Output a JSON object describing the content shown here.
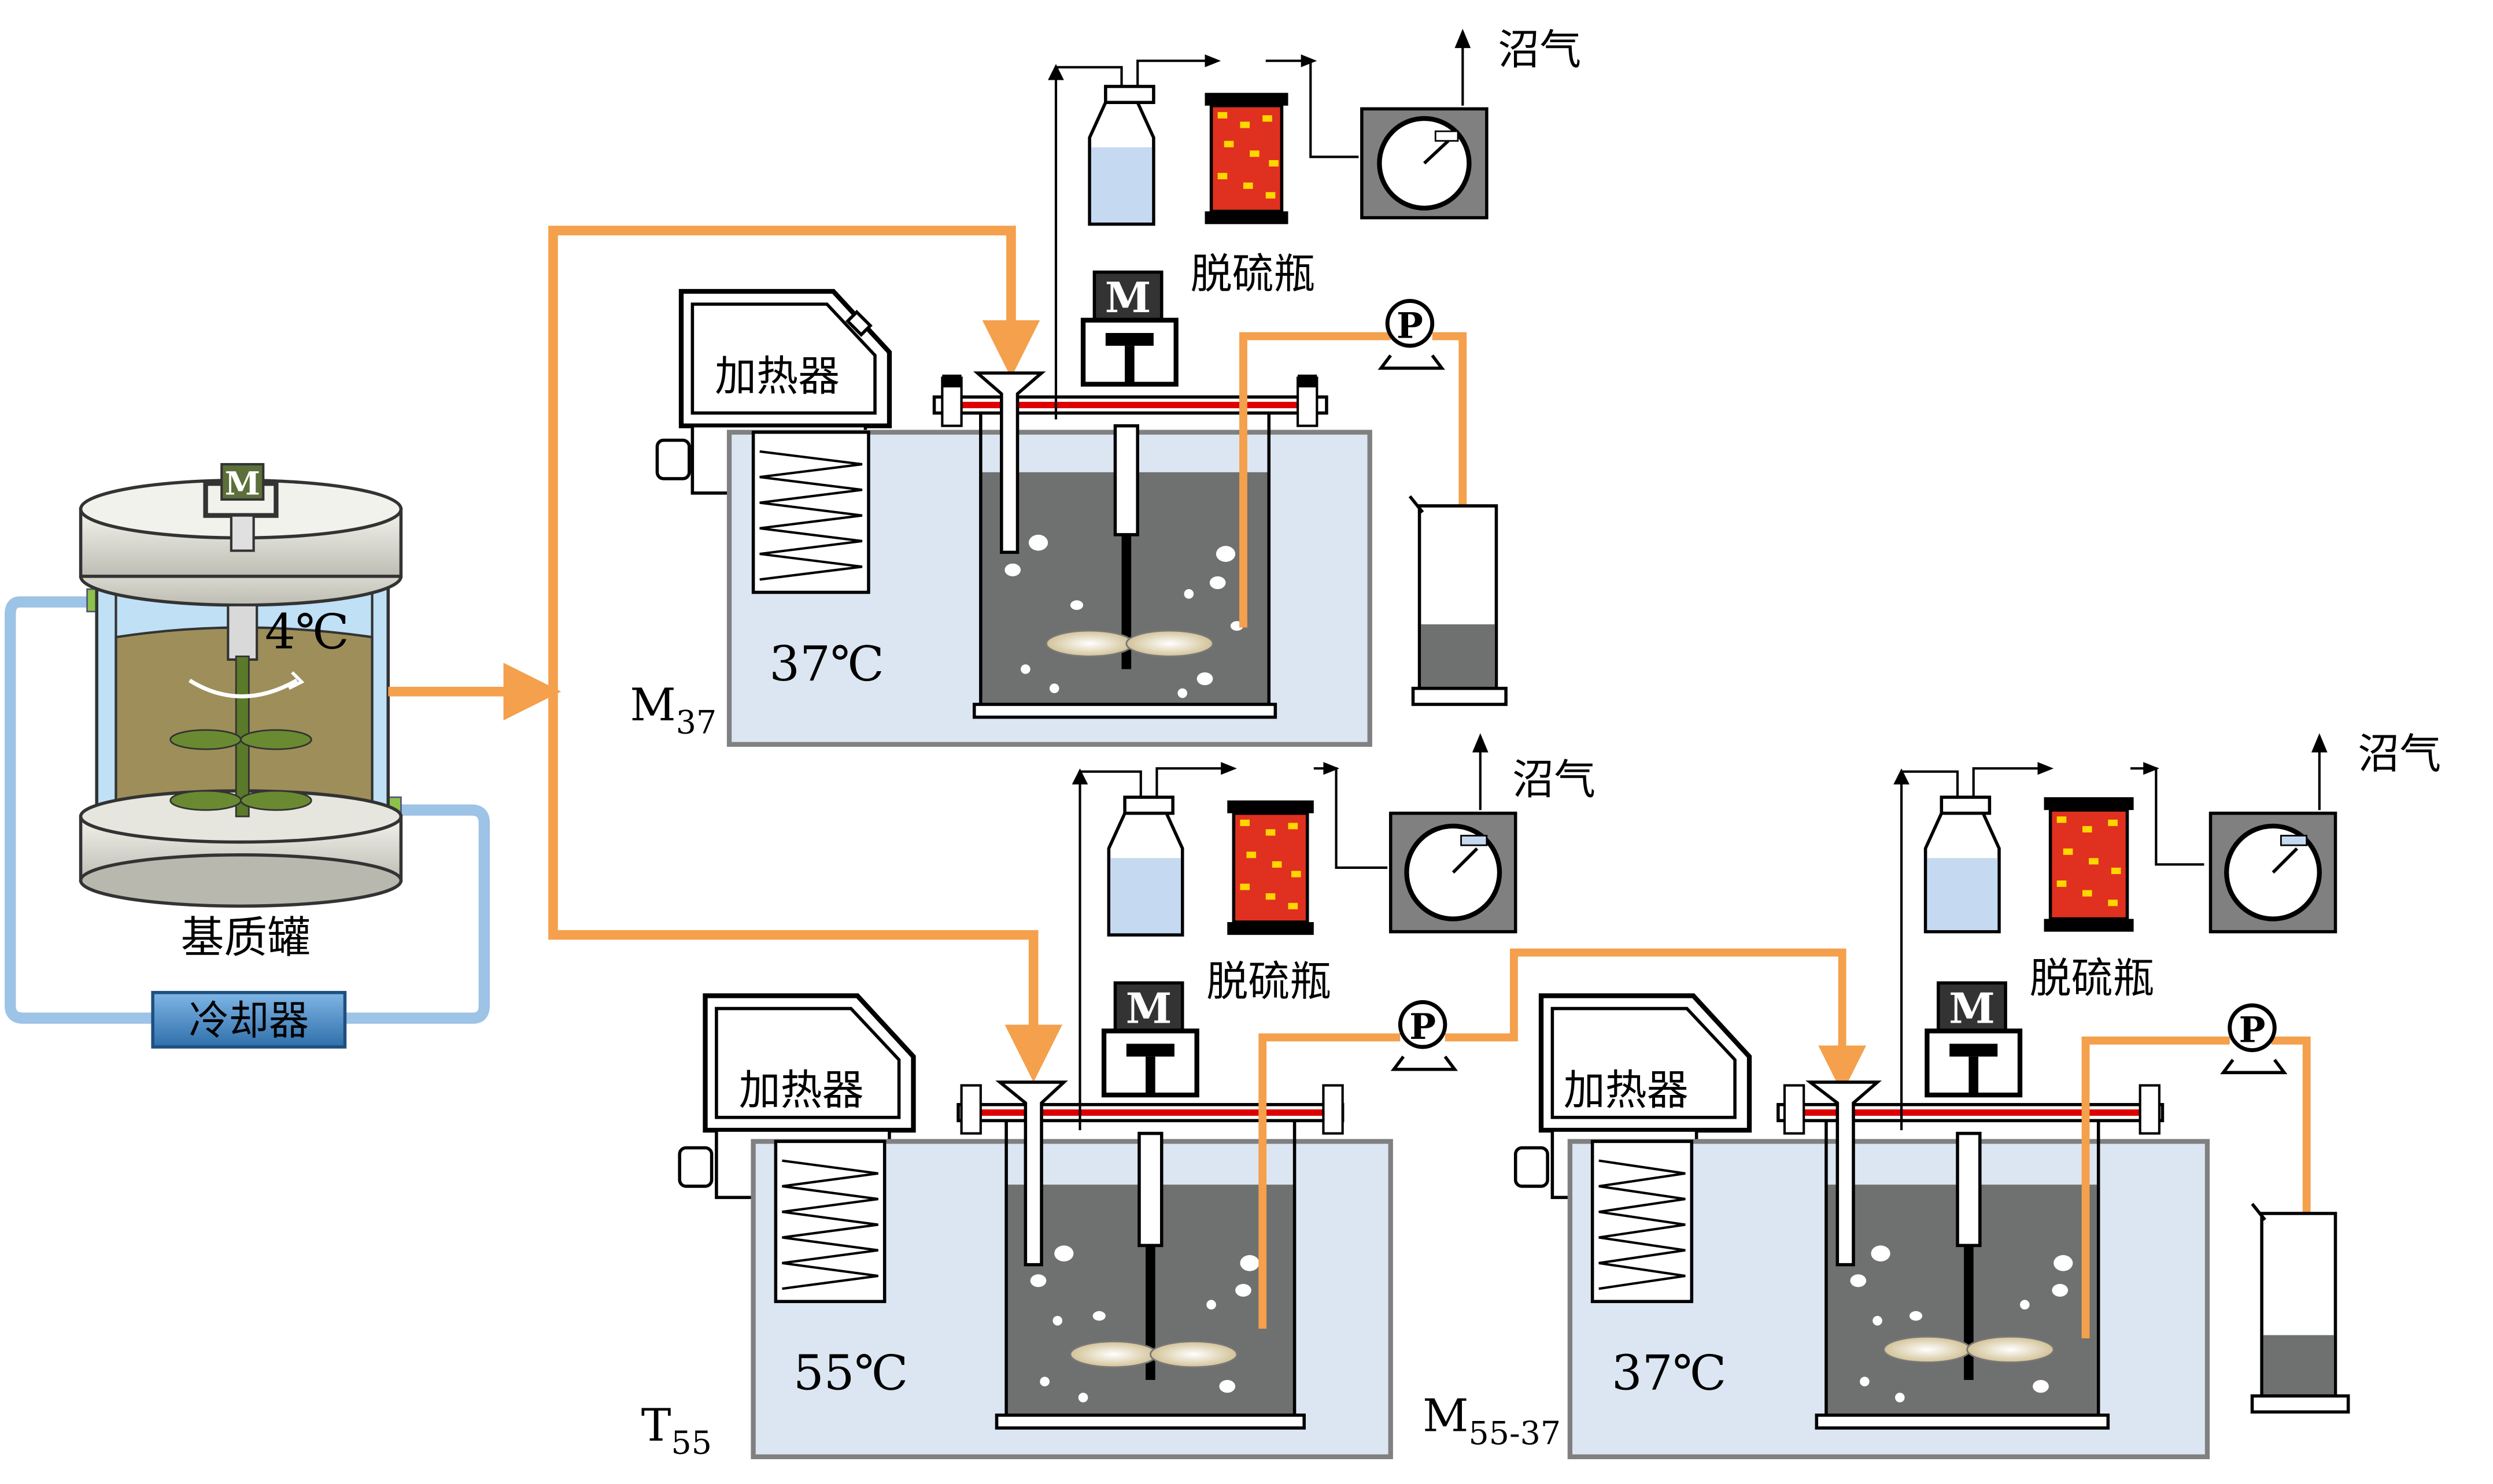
{
  "labels": {
    "substrate_tank": "基质罐",
    "cooler": "冷却器",
    "tank_temp": "4℃",
    "motor": "M",
    "pump": "P",
    "heater": "加热器",
    "desulfurizer": "脱硫瓶",
    "biogas": "沼气"
  },
  "reactors": [
    {
      "name": "M",
      "sub": "37",
      "temp": "37℃"
    },
    {
      "name": "T",
      "sub": "55",
      "temp": "55℃"
    },
    {
      "name": "M",
      "sub": "55-37",
      "temp": "37℃"
    }
  ],
  "colors": {
    "flow": "#F4A04C",
    "cooling": "#9DC3E6",
    "liquid": "#6F7070",
    "bath": "#DCE6F2",
    "substrate": "#9E8E5A",
    "desulf_pellet": "#E03020"
  }
}
